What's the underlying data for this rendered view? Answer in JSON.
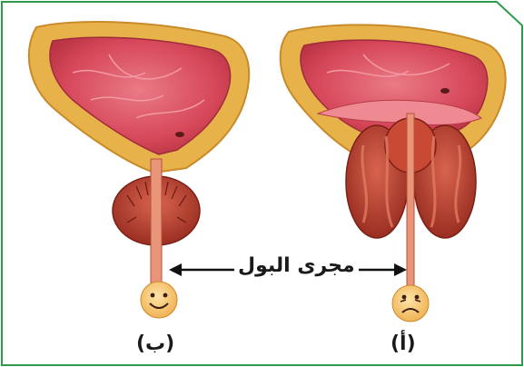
{
  "labels": {
    "urethra": "مجرى البول",
    "figure_a": "(أ)",
    "figure_b": "(ب)"
  },
  "colors": {
    "frame_border": "#2e9a4a",
    "bladder_wall": "#e8b24a",
    "bladder_inner": "#d6475a",
    "prostate": "#b53a2c",
    "urethra": "#e07a5a",
    "face": "#f5c26b"
  },
  "icons": {
    "normal_face": "smiley-face-icon",
    "enlarged_face": "sad-face-icon"
  }
}
